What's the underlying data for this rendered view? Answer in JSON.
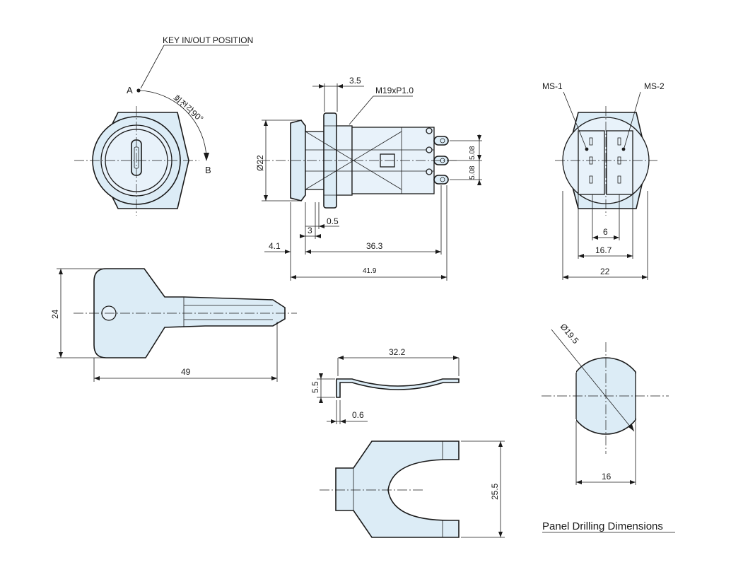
{
  "front_view": {
    "key_position_label": "KEY IN/OUT POSITION",
    "point_a": "A",
    "point_b": "B",
    "rotation_label": "회전각90°"
  },
  "side_view": {
    "thread_label": "M19xP1.0",
    "dim_nut": "3.5",
    "dim_diameter": "Ø22",
    "dim_pitch_1": "5.08",
    "dim_pitch_2": "5.08",
    "dim_0_5": "0.5",
    "dim_3": "3",
    "dim_4_1": "4.1",
    "dim_36_3": "36.3",
    "dim_41_9": "41.9"
  },
  "rear_view": {
    "ms1": "MS-1",
    "ms2": "MS-2",
    "dim_6": "6",
    "dim_16_7": "16.7",
    "dim_22": "22"
  },
  "key_view": {
    "dim_height": "24",
    "dim_length": "49"
  },
  "spring_view": {
    "dim_length": "32.2",
    "dim_height": "5.5",
    "dim_thickness": "0.6"
  },
  "clip_view": {
    "dim_height": "25.5"
  },
  "panel_view": {
    "dim_diameter": "Ø19.5",
    "dim_width": "16",
    "caption": "Panel Drilling Dimensions"
  }
}
